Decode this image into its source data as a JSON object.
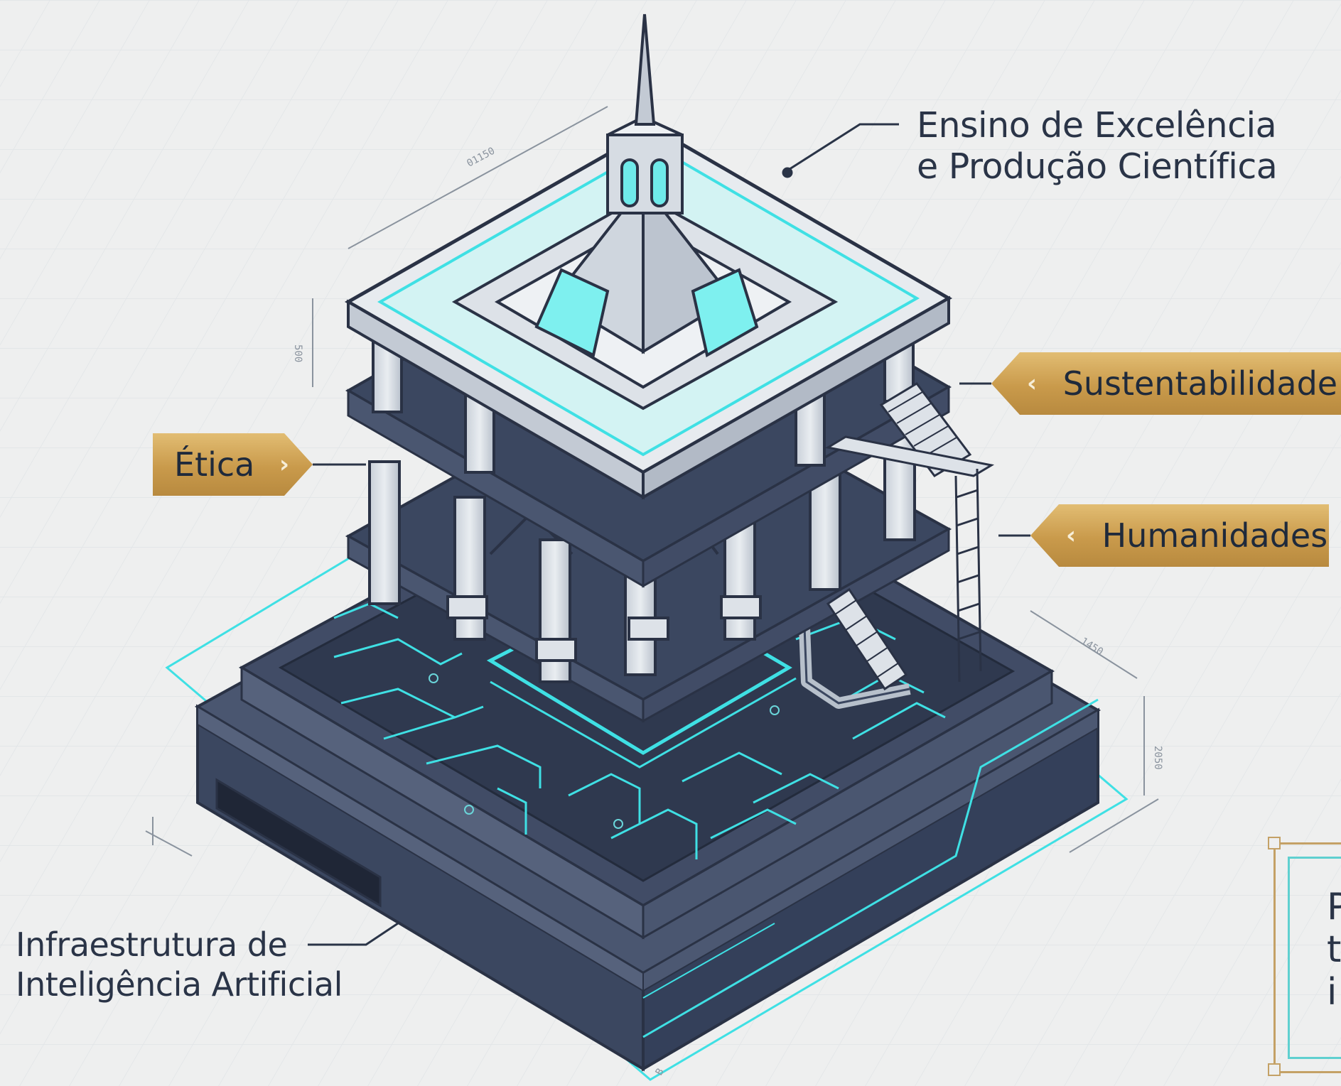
{
  "labels": {
    "top_line1": "Ensino de Excelência",
    "top_line2": "e Produção Científica",
    "bottom_line1": "Infraestrutura de",
    "bottom_line2": "Inteligência Artificial"
  },
  "tags": {
    "etica": "Ética",
    "sustentabilidade": "Sustentabilidade",
    "humanidades": "Humanidades",
    "arrow_right": "›",
    "arrow_left": "‹"
  },
  "note": {
    "line1": "P",
    "line2": "t",
    "line3": "i"
  },
  "dimension_marks": {
    "top_edge": "01150",
    "height_top": "500",
    "right_edge": "1450",
    "height_base": "2050",
    "bottom": "B"
  },
  "colors": {
    "background": "#eeefef",
    "navy": "#3b4760",
    "navy_dark": "#2b3448",
    "cyan": "#3fe0e4",
    "gold": "#c99a4b",
    "light_gray": "#dde2e8"
  }
}
